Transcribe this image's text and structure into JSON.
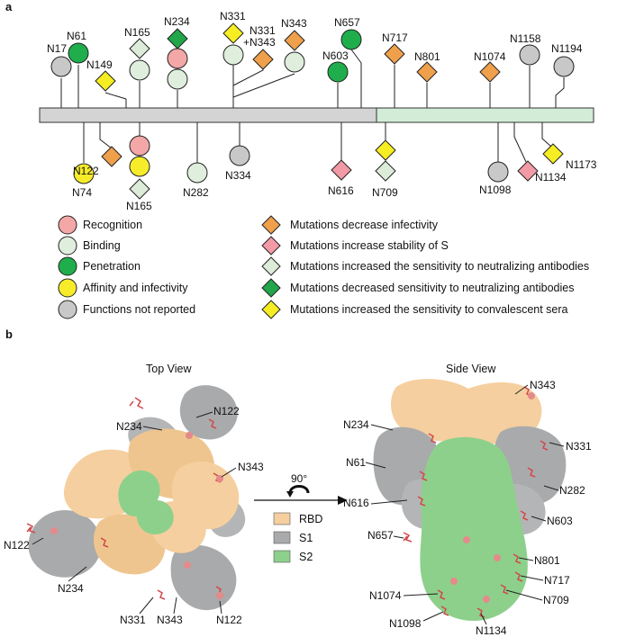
{
  "panels": {
    "a": "a",
    "b": "b"
  },
  "colors": {
    "recognition": "#f4a7a7",
    "binding": "#dfeedd",
    "penetration": "#1fae4b",
    "affinity": "#f6ec2a",
    "not_reported": "#c8c8c8",
    "orange": "#f0a04b",
    "pink": "#f29aa6",
    "pale": "#dcecd9",
    "green": "#22a64a",
    "yellow": "#f6ee22",
    "bar_s1": "#d4d4d4",
    "bar_s2": "#d2ecd8",
    "rbd": "#f5cf9f",
    "s1": "#a9aaab",
    "s2": "#8dd08c",
    "glycan": "#d2484a"
  },
  "sites_above": [
    {
      "label": "N17"
    },
    {
      "label": "N61"
    },
    {
      "label": "N149"
    },
    {
      "label": "N165"
    },
    {
      "label": "N234"
    },
    {
      "label": "N331"
    },
    {
      "label": "N331\n+N343"
    },
    {
      "label": "N343"
    },
    {
      "label": "N657"
    },
    {
      "label": "N603"
    },
    {
      "label": "N717"
    },
    {
      "label": "N801"
    },
    {
      "label": "N1074"
    },
    {
      "label": "N1158"
    },
    {
      "label": "N1194"
    }
  ],
  "sites_below": [
    {
      "label": "N74"
    },
    {
      "label": "N122"
    },
    {
      "label": "N165"
    },
    {
      "label": "N282"
    },
    {
      "label": "N334"
    },
    {
      "label": "N616"
    },
    {
      "label": "N709"
    },
    {
      "label": "N1098"
    },
    {
      "label": "N1134"
    },
    {
      "label": "N1173"
    }
  ],
  "legend_left": [
    {
      "text": "Recognition",
      "color_key": "recognition"
    },
    {
      "text": "Binding",
      "color_key": "binding"
    },
    {
      "text": "Penetration",
      "color_key": "penetration"
    },
    {
      "text": "Affinity and infectivity",
      "color_key": "affinity"
    },
    {
      "text": "Functions not reported",
      "color_key": "not_reported"
    }
  ],
  "legend_right": [
    {
      "text": "Mutations decrease infectivity",
      "color_key": "orange"
    },
    {
      "text": "Mutations increase stability of S",
      "color_key": "pink"
    },
    {
      "text": "Mutations increased the sensitivity to neutralizing antibodies",
      "color_key": "pale"
    },
    {
      "text": "Mutations decreased sensitivity to neutralizing antibodies",
      "color_key": "green"
    },
    {
      "text": "Mutations increased the sensitivity to convalescent sera",
      "color_key": "yellow"
    }
  ],
  "views": {
    "top": "Top View",
    "side": "Side View",
    "rotation": "90°"
  },
  "domain_legend": [
    {
      "text": "RBD",
      "color_key": "rbd"
    },
    {
      "text": "S1",
      "color_key": "s1"
    },
    {
      "text": "S2",
      "color_key": "s2"
    }
  ],
  "top_view_labels": [
    "N234",
    "N122",
    "N343",
    "N122",
    "N234",
    "N331",
    "N343",
    "N122"
  ],
  "side_view_labels": [
    "N343",
    "N234",
    "N331",
    "N61",
    "N282",
    "N616",
    "N603",
    "N657",
    "N801",
    "N717",
    "N709",
    "N1074",
    "N1098",
    "N1134"
  ]
}
